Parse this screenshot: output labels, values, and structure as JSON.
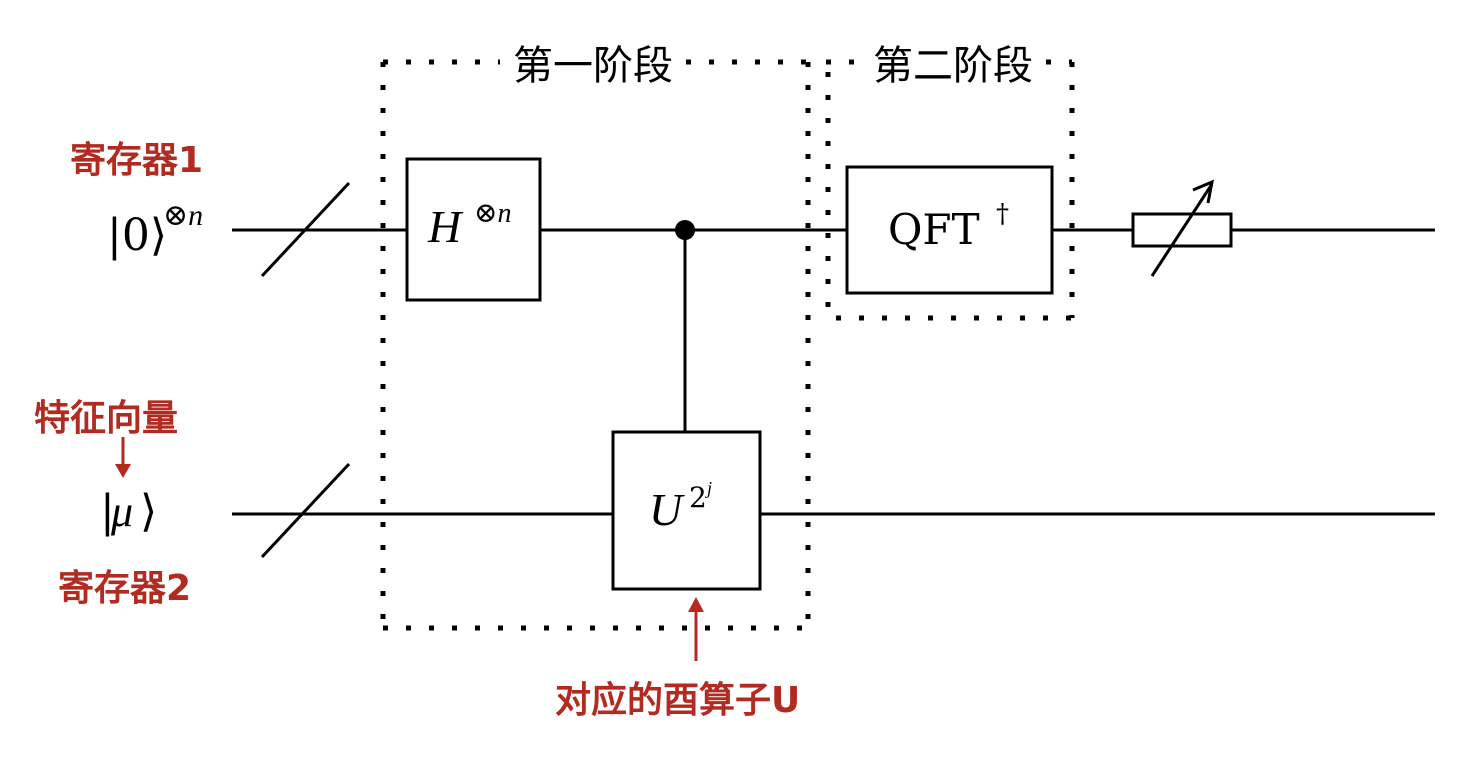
{
  "diagram": {
    "type": "quantum-circuit",
    "title": "Quantum Phase Estimation",
    "stages": [
      {
        "id": "stage1",
        "label": "第一阶段"
      },
      {
        "id": "stage2",
        "label": "第二阶段"
      }
    ],
    "registers": [
      {
        "id": "register1",
        "label": "寄存器1",
        "state_ket": "0",
        "state_power": "⊗n"
      },
      {
        "id": "register2",
        "label": "寄存器2",
        "state_ket": "μ",
        "annotation": "特征向量"
      }
    ],
    "gates": {
      "hadamard": {
        "base": "H",
        "power": "⊗n"
      },
      "controlled_u": {
        "base": "U",
        "power_base": "2",
        "power_exp": "j"
      },
      "qft_inverse": {
        "base": "QFT",
        "power": "†"
      }
    },
    "annotations": {
      "unitary_label": "对应的酉算子U"
    },
    "measurement": {
      "icon": "meter-icon"
    },
    "colors": {
      "annotation": "#b22a20",
      "line": "#000000",
      "background": "#ffffff"
    }
  }
}
